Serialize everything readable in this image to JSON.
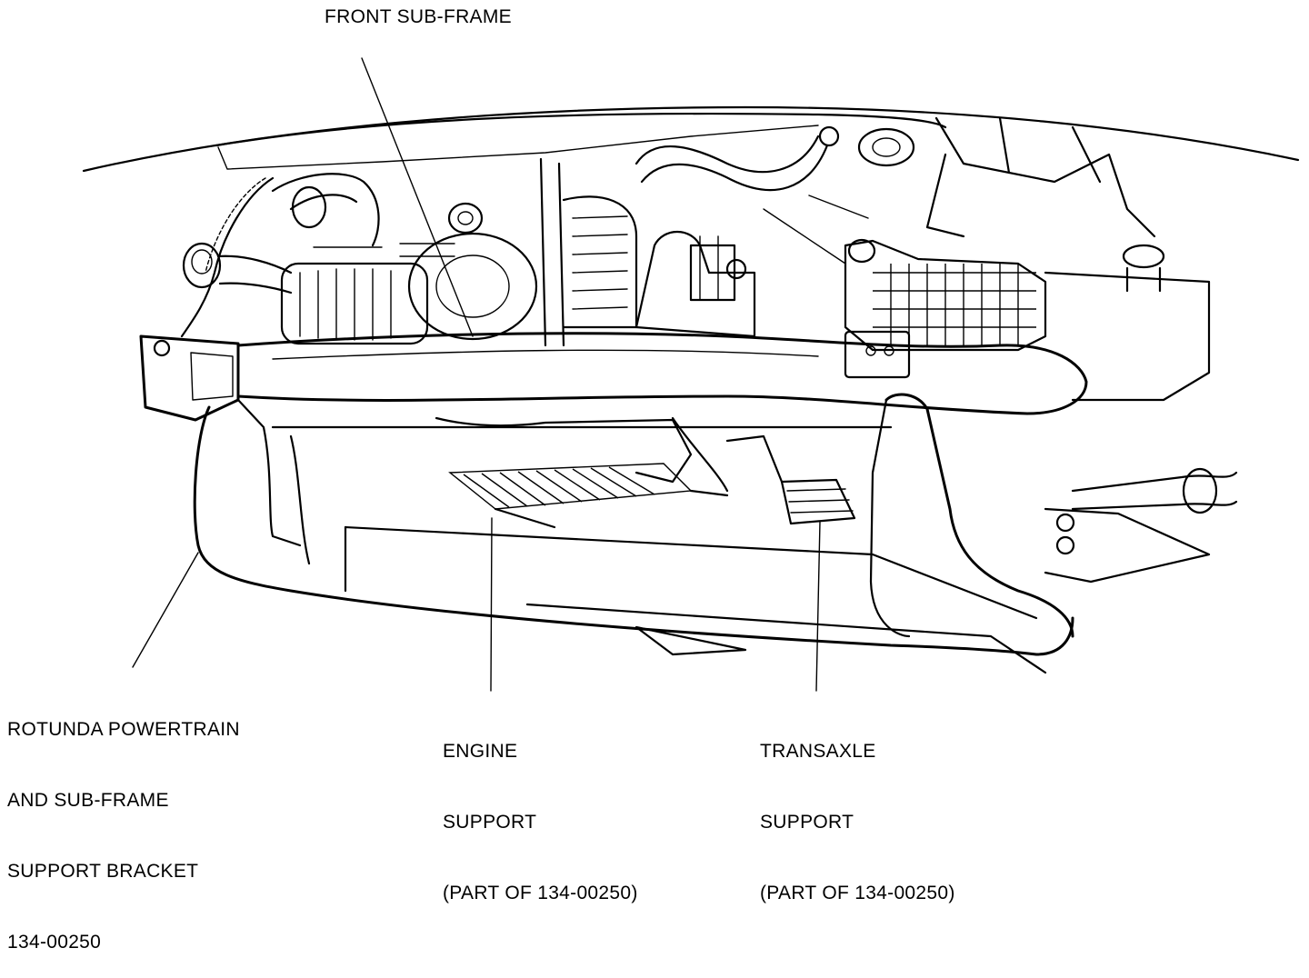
{
  "labels": {
    "front_sub_frame": "FRONT SUB-FRAME",
    "rotunda_bracket": [
      "ROTUNDA POWERTRAIN",
      "AND SUB-FRAME",
      "SUPPORT BRACKET",
      "134-00250"
    ],
    "engine_support": [
      "ENGINE",
      "SUPPORT",
      "(PART OF 134-00250)"
    ],
    "transaxle_support": [
      "TRANSAXLE",
      "SUPPORT",
      "(PART OF 134-00250)"
    ]
  },
  "colors": {
    "ink": "#000000",
    "paper": "#ffffff"
  }
}
